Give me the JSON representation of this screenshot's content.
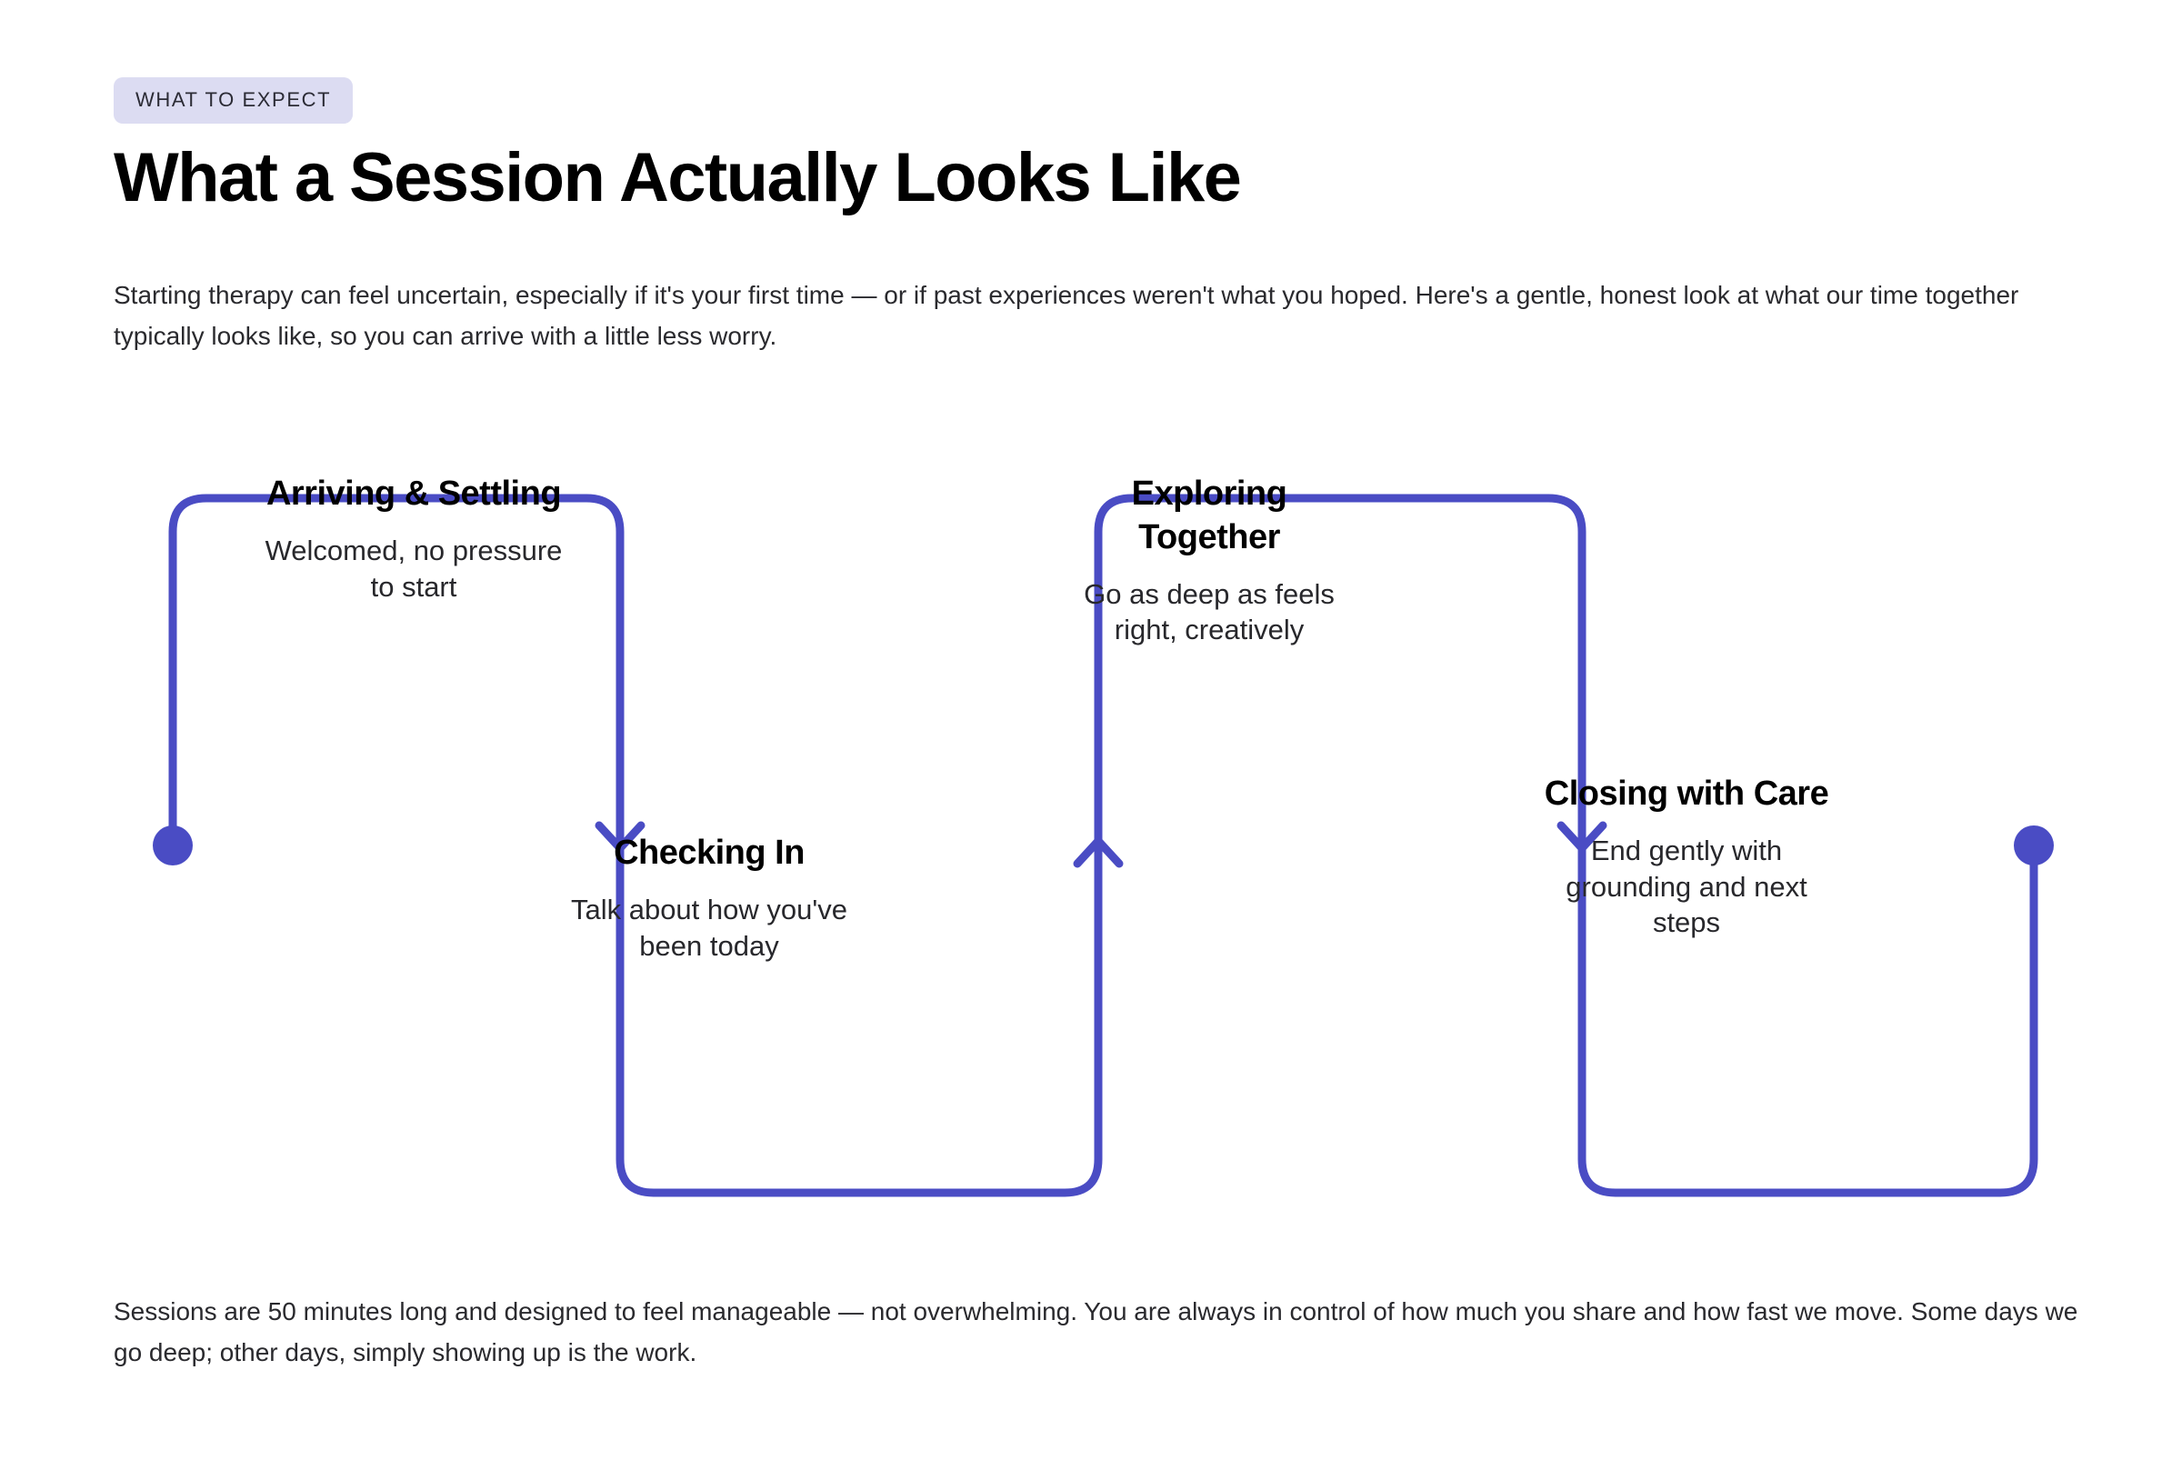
{
  "header": {
    "eyebrow": "WHAT TO EXPECT",
    "title": "What a Session Actually Looks Like",
    "intro": "Starting therapy can feel uncertain, especially if it's your first time — or if past experiences weren't what you hoped. Here's a gentle, honest look at what our time together typically looks like, so you can arrive with a little less worry."
  },
  "flow": {
    "accent_color": "#4a4cc4",
    "badge_background": "#dcdcf2",
    "start_marker": "start-dot",
    "end_marker": "end-dot",
    "steps": [
      {
        "index": 1,
        "title": "Arriving & Settling",
        "description": "Welcomed, no pressure to start",
        "connector": "arrow-down"
      },
      {
        "index": 2,
        "title": "Checking In",
        "description": "Talk about how you've been today",
        "connector": "arrow-up"
      },
      {
        "index": 3,
        "title": "Exploring Together",
        "description": "Go as deep as feels right, creatively",
        "connector": "arrow-down"
      },
      {
        "index": 4,
        "title": "Closing with Care",
        "description": "End gently with grounding and next steps",
        "connector": "end-dot"
      }
    ]
  },
  "footer": {
    "outro": "Sessions are 50 minutes long and designed to feel manageable — not overwhelming. You are always in control of how much you share and how fast we move. Some days we go deep; other days, simply showing up is the work."
  }
}
